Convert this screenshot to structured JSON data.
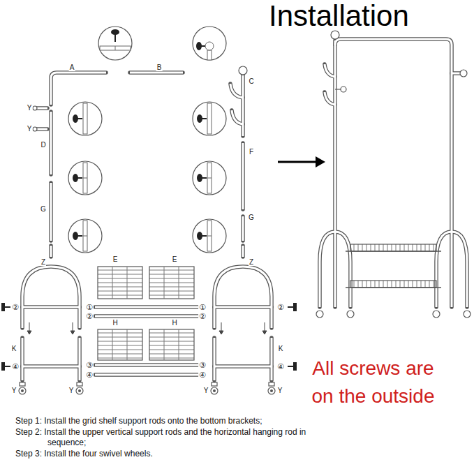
{
  "diagram": {
    "title": "Installation",
    "labels": [
      "A",
      "B",
      "C",
      "Y",
      "Y",
      "D",
      "F",
      "G",
      "G",
      "Z",
      "Z",
      "E",
      "E",
      "②",
      "①",
      "②",
      "H",
      "H",
      "①",
      "②",
      "②",
      "K",
      "K",
      "④",
      "③",
      "④",
      "③",
      "④",
      "④",
      "Y",
      "Y",
      "Y",
      "Y",
      "All screws are on the outside",
      "Step 1: Install the grid shelf support rods onto the bottom brackets;",
      "Step 2: Install the upper vertical support rods and the horizontal hanging rod in sequence;",
      "Step 3: Install the four swivel wheels."
    ]
  }
}
